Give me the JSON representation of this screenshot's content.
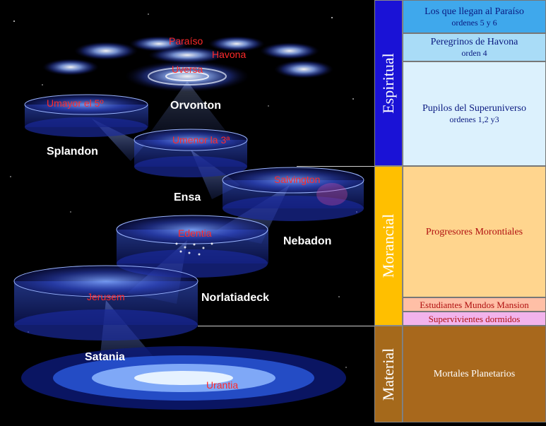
{
  "scene": {
    "white_labels": {
      "orvonton": "Orvonton",
      "splandon": "Splandon",
      "ensa": "Ensa",
      "nebadon": "Nebadon",
      "norlatiadeck": "Norlatiadeck",
      "satania": "Satania"
    },
    "red_labels": {
      "paraiso": "Paraíso",
      "havona": "Havona",
      "uversa": "Uversa",
      "umayor": "Umayor el 5º",
      "umenor": "Umenor la 3ª",
      "salvington": "Salvington",
      "edentia": "Edentia",
      "jerusem": "Jerusem",
      "urantia": "Urantia"
    }
  },
  "table": {
    "categories": {
      "espiritual": "Espiritual",
      "morancial": "Morancial",
      "material": "Material"
    },
    "rows": {
      "paraiso_1": "Los que llegan al Paraíso",
      "paraiso_2": "ordenes 5 y 6",
      "havona_1": "Peregrinos de Havona",
      "havona_2": "orden 4",
      "super_1": "Pupilos del Superuniverso",
      "super_2": "ordenes 1,2 y3",
      "progresores": "Progresores Morontiales",
      "estudiantes": "Estudiantes Mundos Mansion",
      "supervivientes": "Supervivientes dormidos",
      "mortales": "Mortales Planetarios"
    }
  },
  "colors": {
    "espiritual_band": "#1a12d6",
    "morancial_band": "#ffbf00",
    "material_band": "#a5691b",
    "paraiso_cell": "#3fa8ec",
    "havona_cell": "#a9dcf7",
    "super_cell": "#dcf1fd",
    "progresores_cell": "#ffd58e",
    "estudiantes_cell": "#ffbfa6",
    "supervivientes_cell": "#f2b3ec",
    "mortales_cell": "#a8681c"
  }
}
